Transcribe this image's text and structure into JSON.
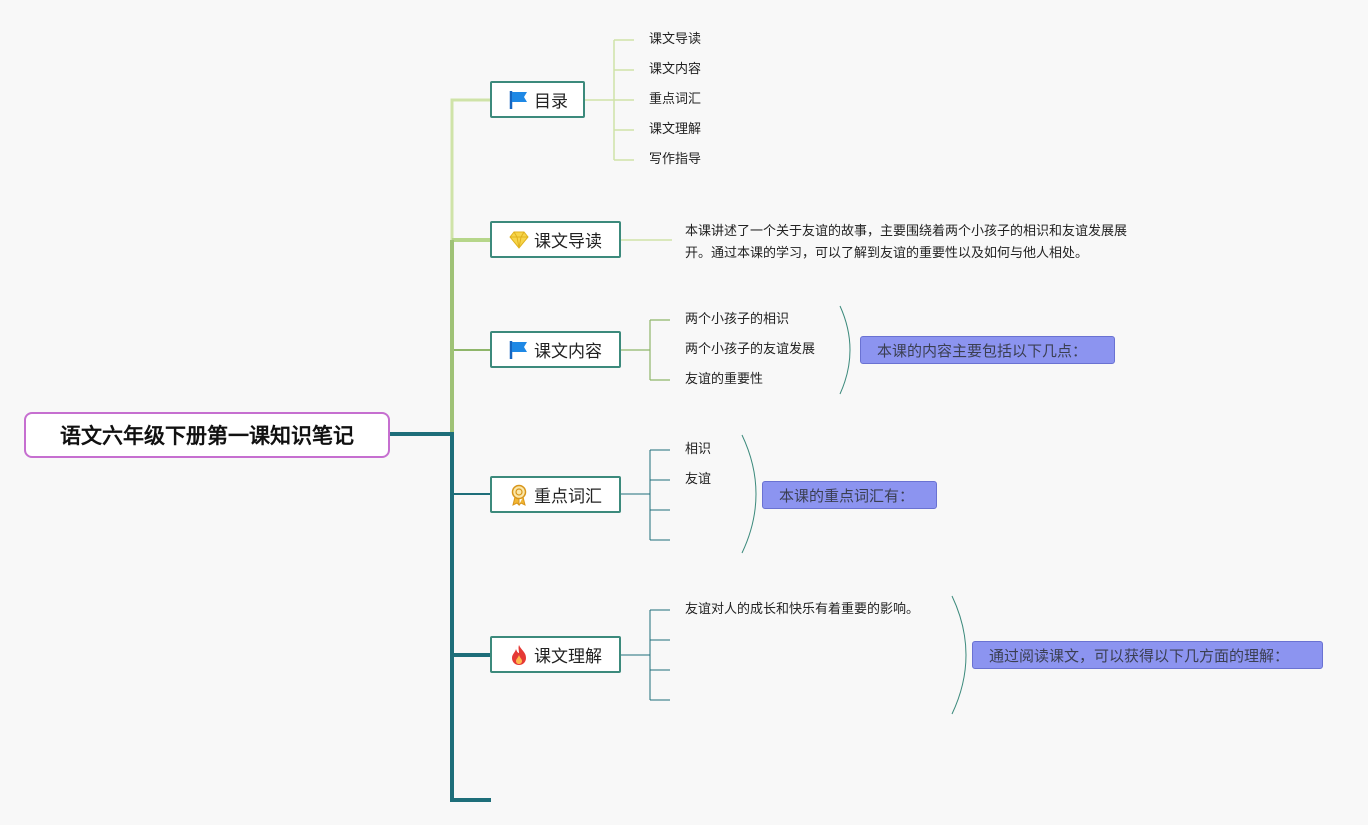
{
  "root": {
    "title": "语文六年级下册第一课知识笔记"
  },
  "colors": {
    "root_border": "#c66fd0",
    "trunk": "#1e6e7a",
    "topic_border": "#3c8a7c",
    "summary_bg": "#8c94f0",
    "light_branch": "#cfe3a8"
  },
  "topics": {
    "toc": {
      "label": "目录",
      "icon": "flag-icon",
      "items": [
        "课文导读",
        "课文内容",
        "重点词汇",
        "课文理解",
        "写作指导"
      ]
    },
    "intro": {
      "label": "课文导读",
      "icon": "diamond-icon",
      "text_line1": "本课讲述了一个关于友谊的故事，主要围绕着两个小孩子的相识和友谊发展展",
      "text_line2": "开。通过本课的学习，可以了解到友谊的重要性以及如何与他人相处。"
    },
    "content": {
      "label": "课文内容",
      "icon": "flag-icon",
      "items": [
        "两个小孩子的相识",
        "两个小孩子的友谊发展",
        "友谊的重要性"
      ],
      "summary": "本课的内容主要包括以下几点："
    },
    "vocab": {
      "label": "重点词汇",
      "icon": "award-icon",
      "items": [
        "相识",
        "友谊"
      ],
      "summary": "本课的重点词汇有："
    },
    "understanding": {
      "label": "课文理解",
      "icon": "fire-icon",
      "items": [
        "友谊对人的成长和快乐有着重要的影响。"
      ],
      "summary": "通过阅读课文，可以获得以下几方面的理解："
    }
  }
}
